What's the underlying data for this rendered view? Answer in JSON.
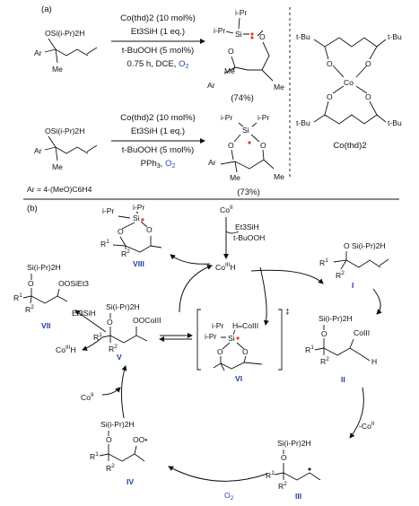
{
  "colors": {
    "structure_label": "#1f3fa8",
    "o2": "#2547b5",
    "radical_dot": "#e8382f"
  },
  "part_a": {
    "label": "(a)",
    "reaction1": {
      "reagents": [
        "Co(thd)2 (10 mol%)",
        "Et3SiH (1 eq.)",
        "t-BuOOH (5 mol%)",
        "0.75 h, DCE, O2"
      ],
      "yield": "(74%)"
    },
    "reaction2": {
      "reagents": [
        "Co(thd)2 (10 mol%)",
        "Et3SiH (1 eq.)",
        "t-BuOOH (5 mol%)",
        "PPh3, O2"
      ],
      "yield": "(73%)"
    },
    "ar_definition": "Ar = 4-(MeO)C6H4",
    "catalyst_name": "Co(thd)2",
    "catalyst_tbu": [
      "t-Bu",
      "t-Bu",
      "t-Bu",
      "t-Bu"
    ],
    "atoms": {
      "OSi": "OSi(i-Pr)2H",
      "Ar": "Ar",
      "Me": "Me",
      "Si": "Si",
      "iPr": "i-Pr",
      "O": "O",
      "Co": "Co"
    }
  },
  "part_b": {
    "label": "(b)",
    "species": [
      "I",
      "II",
      "III",
      "IV",
      "V",
      "VI",
      "VII",
      "VIII"
    ],
    "reagents": {
      "co2": "CoII",
      "et3sih": "Et3SiH",
      "tbuooh": "t-BuOOH",
      "co3h": "CoIIIH",
      "minus_co2": "-CoII",
      "o2": "O2",
      "ts_mark": "‡"
    },
    "atoms": {
      "sih": "Si(i-Pr)2H",
      "R1": "R1",
      "R2": "R2",
      "O": "O",
      "coiii": "CoIII",
      "ooco": "OOCoIII",
      "oosi": "OOSiEt3",
      "oo_rad": "OO•",
      "H": "H",
      "Si": "Si",
      "iPr": "i-Pr"
    }
  }
}
